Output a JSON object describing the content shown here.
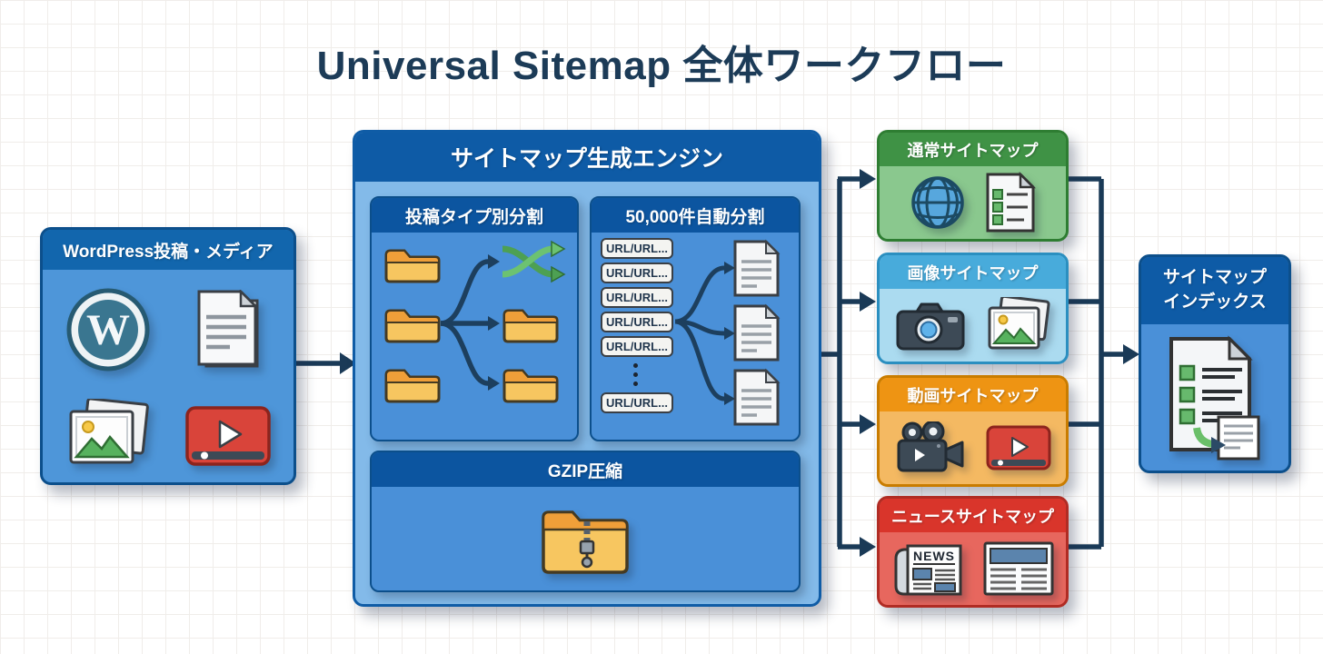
{
  "title": "Universal Sitemap 全体ワークフロー",
  "source": {
    "label": "WordPress投稿・メディア",
    "wp_letter": "W"
  },
  "engine": {
    "label": "サイトマップ生成エンジン",
    "split_by_type": {
      "label": "投稿タイプ別分割"
    },
    "split_auto": {
      "label": "50,000件自動分割",
      "url_items": [
        "URL/URL...",
        "URL/URL...",
        "URL/URL...",
        "URL/URL...",
        "URL/URL...",
        "URL/URL..."
      ]
    },
    "gzip": {
      "label": "GZIP圧縮"
    }
  },
  "outputs": [
    {
      "label": "通常サイトマップ",
      "header_color": "#3f9245",
      "body_color": "#8ac88e",
      "border_color": "#2e7d32"
    },
    {
      "label": "画像サイトマップ",
      "header_color": "#48abdb",
      "body_color": "#abdbf0",
      "border_color": "#2b8fc0"
    },
    {
      "label": "動画サイトマップ",
      "header_color": "#ee9413",
      "body_color": "#f4b962",
      "border_color": "#c97c00"
    },
    {
      "label": "ニュースサイトマップ",
      "header_color": "#d9352b",
      "body_color": "#e7675e",
      "border_color": "#b02c24",
      "news_label": "NEWS"
    }
  ],
  "index": {
    "label": "サイトマップ\nインデックス"
  },
  "colors": {
    "title_text": "#1c3b57",
    "connector": "#1a3a57",
    "blue_header": "#0e5ba6",
    "blue_body": "#4a90d8",
    "engine_body": "#83bae9",
    "box_border": "#0c4f8b",
    "folder_yellow": "#f7c660",
    "grid_line": "#f0edea",
    "background": "#ffffff"
  }
}
